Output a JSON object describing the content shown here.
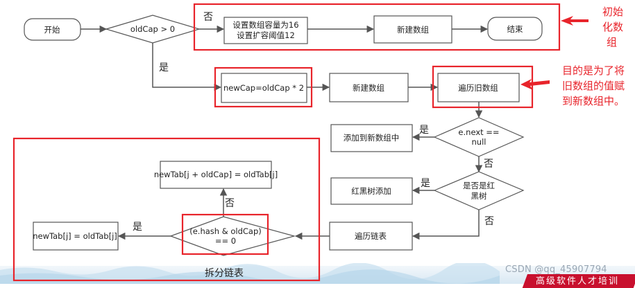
{
  "nodes": {
    "start": "开始",
    "cond_oldcap": "oldCap > 0",
    "init_line1": "设置数组容量为16",
    "init_line2": "设置扩容阈值12",
    "new_array_top": "新建数组",
    "end": "结束",
    "newcap": "newCap=oldCap * 2",
    "new_array_mid": "新建数组",
    "traverse_old": "遍历旧数组",
    "cond_enext_line1": "e.next ==",
    "cond_enext_line2": "null",
    "add_to_new": "添加到新数组中",
    "cond_rbtree_line1": "是否是红",
    "cond_rbtree_line2": "黑树",
    "rbtree_add": "红黑树添加",
    "traverse_list": "遍历链表",
    "cond_hash_line1": "(e.hash & oldCap)",
    "cond_hash_line2": "== 0",
    "assign_low": "newTab[j] = oldTab[j]",
    "assign_high": "newTab[j + oldCap] = oldTab[j]"
  },
  "edge_labels": {
    "no_top": "否",
    "yes_left": "是",
    "yes_enext": "是",
    "no_enext": "否",
    "yes_rbtree": "是",
    "no_rbtree": "否",
    "no_hash": "否",
    "yes_hash": "是"
  },
  "annotations": {
    "init_line1": "初始",
    "init_line2": "化数",
    "init_line3": "组",
    "purpose_line1": "目的是为了将",
    "purpose_line2": "旧数组的值赋",
    "purpose_line3": "到新数组中。",
    "split_list": "拆分链表"
  },
  "footer": {
    "watermark": "CSDN @qq_45907794",
    "banner": "高级软件人才培训"
  },
  "colors": {
    "highlight": "#e8242b",
    "annotation_text": "#e8242b",
    "line": "#555555",
    "box_border": "#555555"
  }
}
